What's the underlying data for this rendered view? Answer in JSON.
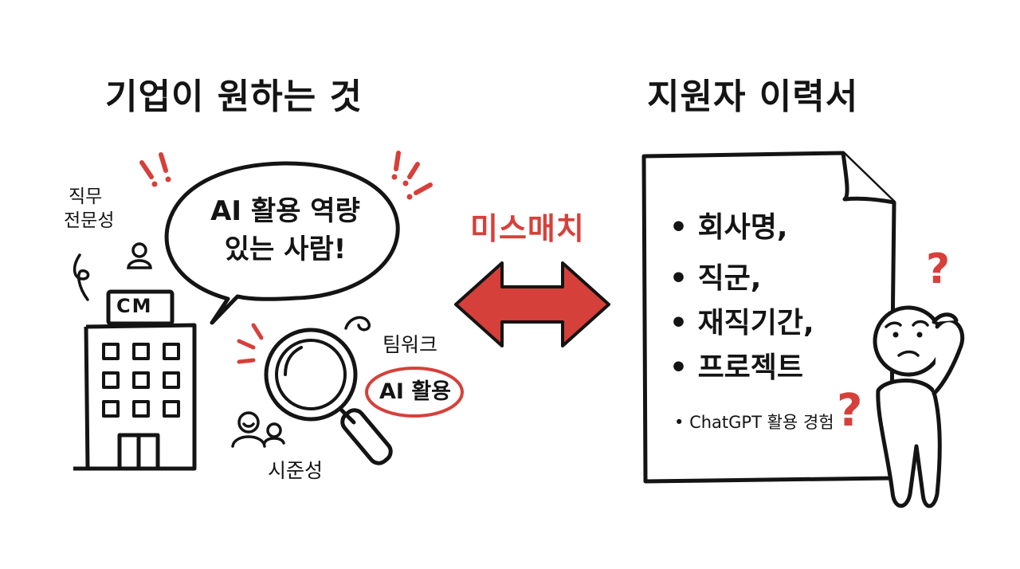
{
  "titles": {
    "left": "기업이 원하는 것",
    "right": "지원자 이력서"
  },
  "company": {
    "speech_line1": "AI 활용 역량",
    "speech_line2": "있는 사람!",
    "building_sign": "CM",
    "skill_expertise_line1": "직무",
    "skill_expertise_line2": "전문성",
    "skill_teamwork": "팀워크",
    "skill_ai": "AI 활용",
    "skill_timeliness": "시준성"
  },
  "middle": {
    "mismatch_label": "미스매치"
  },
  "resume": {
    "bullet_glyph": "•",
    "items": [
      "회사명,",
      "직군,",
      "재직기간,",
      "프로젝트"
    ],
    "small_item": "ChatGPT 활용 경험",
    "question_mark": "?"
  },
  "colors": {
    "ink": "#141414",
    "accent_red": "#d6403a"
  }
}
